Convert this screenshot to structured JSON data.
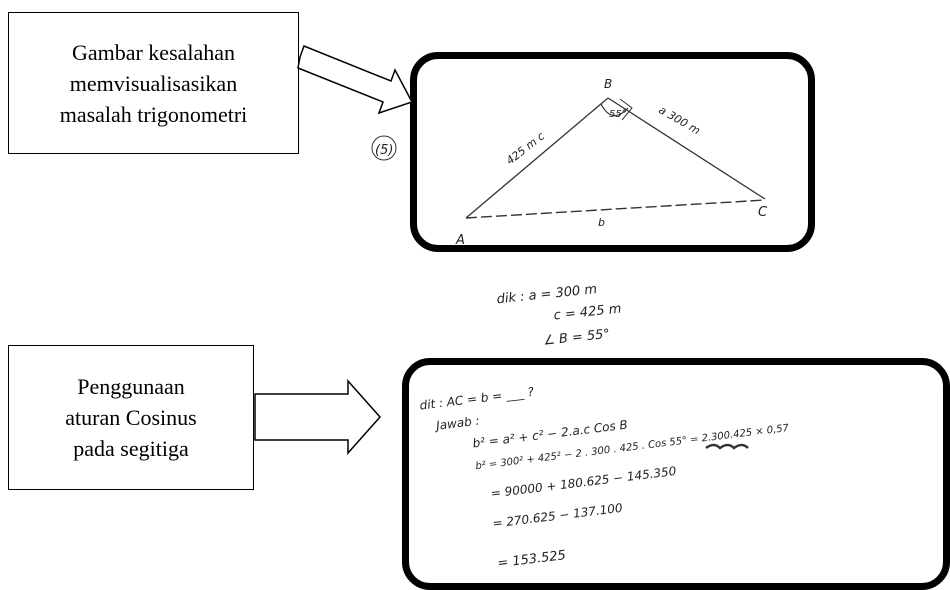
{
  "callouts": {
    "visualization_error": {
      "lines": [
        "Gambar kesalahan",
        "memvisualisasikan",
        "masalah trigonometri"
      ]
    },
    "cosine_rule": {
      "lines": [
        "Penggunaan",
        "aturan Cosinus",
        "pada segitiga"
      ]
    }
  },
  "sketch": {
    "problem_marker": "(5)",
    "vertex_top": "B",
    "angle_mark": "55°",
    "vertex_left": "A",
    "vertex_right": "C",
    "side_left": "425 m  c",
    "side_right": "a 300 m",
    "side_bottom": "b"
  },
  "given": {
    "lines": [
      "dik : a = 300 m",
      "c = 425 m",
      "∠ B = 55°"
    ]
  },
  "working": {
    "lines": [
      "dit : AC = b = ___ ?",
      "Jawab :",
      "b² = a² + c² − 2.a.c Cos B",
      "b² = 300² + 425² − 2 . 300 . 425 . Cos 55° = 2.300.425 × 0,57",
      "= 90000 + 180.625 − 145.350",
      "= 270.625 − 137.100",
      "= 153.525"
    ]
  }
}
